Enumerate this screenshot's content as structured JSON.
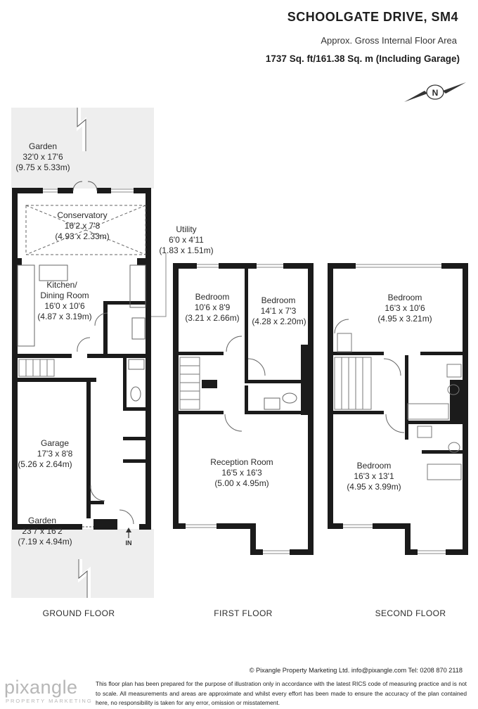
{
  "header": {
    "title": "SCHOOLGATE DRIVE, SM4",
    "subtitle": "Approx. Gross Internal Floor Area",
    "area": "1737 Sq. ft/161.38 Sq. m (Including Garage)"
  },
  "compass": {
    "letter": "N"
  },
  "rooms": {
    "garden_top": {
      "name": "Garden",
      "imperial": "32'0 x 17'6",
      "metric": "(9.75 x 5.33m)"
    },
    "conservatory": {
      "name": "Conservatory",
      "imperial": "16'2 x 7'8",
      "metric": "(4.93 x 2.33m)"
    },
    "utility": {
      "name": "Utility",
      "imperial": "6'0 x 4'11",
      "metric": "(1.83 x 1.51m)"
    },
    "kitchen": {
      "name": "Kitchen/",
      "name2": "Dining Room",
      "imperial": "16'0 x 10'6",
      "metric": "(4.87 x 3.19m)"
    },
    "garage": {
      "name": "Garage",
      "imperial": "17'3 x 8'8",
      "metric": "(5.26 x 2.64m)"
    },
    "garden_bottom": {
      "name": "Garden",
      "imperial": "23'7 x 16'2",
      "metric": "(7.19 x 4.94m)"
    },
    "ff_bedroom1": {
      "name": "Bedroom",
      "imperial": "10'6 x 8'9",
      "metric": "(3.21 x 2.66m)"
    },
    "ff_bedroom2": {
      "name": "Bedroom",
      "imperial": "14'1 x 7'3",
      "metric": "(4.28 x 2.20m)"
    },
    "reception": {
      "name": "Reception Room",
      "imperial": "16'5 x 16'3",
      "metric": "(5.00 x 4.95m)"
    },
    "sf_bedroom1": {
      "name": "Bedroom",
      "imperial": "16'3 x 10'6",
      "metric": "(4.95 x 3.21m)"
    },
    "sf_bedroom2": {
      "name": "Bedroom",
      "imperial": "16'3 x 13'1",
      "metric": "(4.95 x 3.99m)"
    }
  },
  "entrance": "IN",
  "floors": [
    "GROUND FLOOR",
    "FIRST FLOOR",
    "SECOND FLOOR"
  ],
  "footer": {
    "copyright": "© Pixangle Property Marketing Ltd. info@pixangle.com Tel: 0208 870 2118",
    "disclaimer": "This floor plan has been prepared for the purpose of illustration only in accordance with the latest RICS code of measuring practice and is not to scale. All measurements and areas are approximate and whilst every effort has been made to ensure the accuracy of the plan contained here, no responsibility is taken for any error, omission or misstatement.",
    "logo": "pixangle",
    "logo_sub": "PROPERTY MARKETING"
  },
  "colors": {
    "wall": "#1b1b1b",
    "garden": "#eeeeee",
    "text": "#2b2b2b",
    "logo": "#b7b7b7"
  }
}
